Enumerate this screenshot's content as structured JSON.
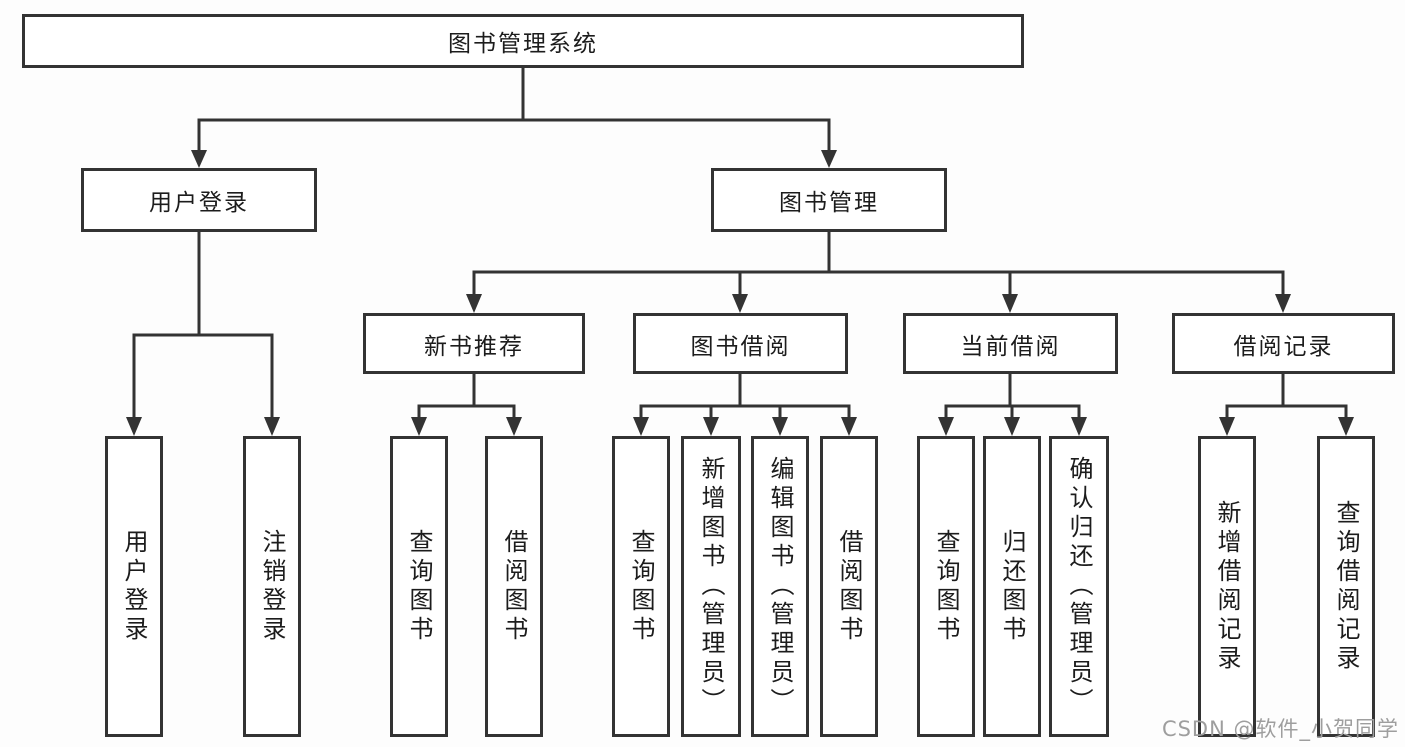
{
  "nodes": {
    "root": "图书管理系统",
    "user_login": "用户登录",
    "book_management": "图书管理",
    "new_book_recommend": "新书推荐",
    "book_borrow": "图书借阅",
    "current_borrow": "当前借阅",
    "borrow_record": "借阅记录",
    "leaf_user_login": "用户登录",
    "leaf_logout": "注销登录",
    "leaf_nbr_query_books": "查询图书",
    "leaf_nbr_borrow_books": "借阅图书",
    "leaf_bb_query_books": "查询图书",
    "leaf_bb_add_books": "新增图书（管理员）",
    "leaf_bb_edit_books": "编辑图书（管理员）",
    "leaf_bb_borrow_books": "借阅图书",
    "leaf_cb_query_books": "查询图书",
    "leaf_cb_return_books": "归还图书",
    "leaf_cb_confirm_return": "确认归还（管理员）",
    "leaf_br_add_record": "新增借阅记录",
    "leaf_br_query_record": "查询借阅记录"
  },
  "watermark": "CSDN @软件_小贺同学",
  "colors": {
    "line": "#333333",
    "box-bg": "#ffffff",
    "text": "#1c1c1c",
    "bg": "#fdfdfd",
    "watermark": "#9e9e9e"
  }
}
